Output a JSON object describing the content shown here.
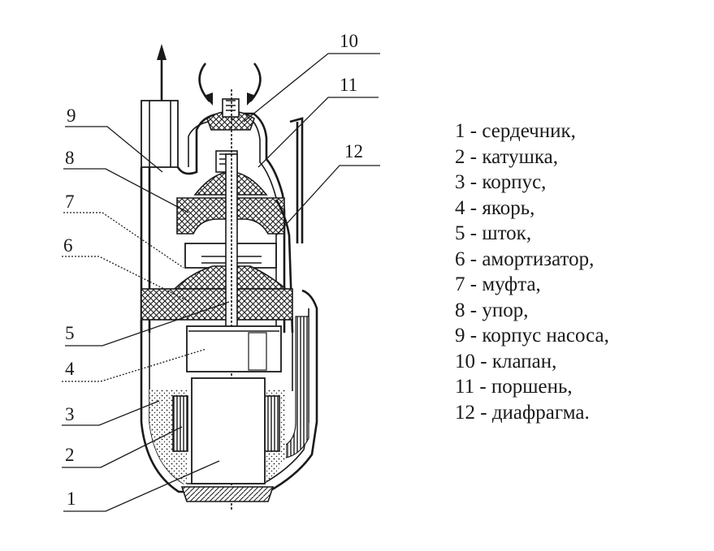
{
  "callouts": [
    "1",
    "2",
    "3",
    "4",
    "5",
    "6",
    "7",
    "8",
    "9",
    "10",
    "11",
    "12"
  ],
  "legend": [
    "1 - сердечник,",
    "2 - катушка,",
    "3 - корпус,",
    "4 - якорь,",
    "5 - шток,",
    "6 - амортизатор,",
    "7 - муфта,",
    "8 - упор,",
    "9 - корпус насоса,",
    "10 - клапан,",
    "11 - поршень,",
    "12 - диафрагма."
  ]
}
